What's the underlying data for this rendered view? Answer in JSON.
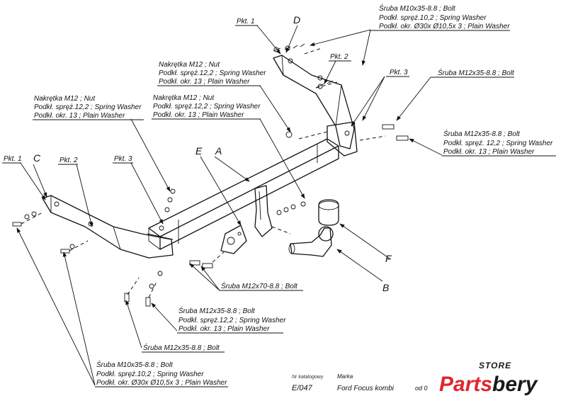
{
  "labels": {
    "pkt1_top": "Pkt. 1",
    "pkt2_top": "Pkt. 2",
    "pkt3_top": "Pkt. 3",
    "pkt1_left": "Pkt. 1",
    "pkt2_left": "Pkt. 2",
    "pkt3_left": "Pkt. 3",
    "letter_a": "A",
    "letter_b": "B",
    "letter_c": "C",
    "letter_d": "D",
    "letter_e": "E",
    "letter_f": "F"
  },
  "callouts": {
    "top_bolt": [
      "Śruba M10x35-8.8 ;  Bolt",
      "Podkł. spręż.10,2 ; Spring Washer",
      "Podkł. okr.  Ø30x Ø10,5x 3 ; Plain Washer"
    ],
    "nut_upper": [
      "Nakrętka  M12 ; Nut",
      "Podkł. spręż.12,2 ; Spring Washer",
      "Podkł. okr. 13 ; Plain Washer"
    ],
    "nut_center": [
      "Nakrętka  M12 ; Nut",
      "Podkł. spręż.12,2 ; Spring Washer",
      "Podkł. okr. 13 ; Plain Washer"
    ],
    "nut_left": [
      "Nakrętka  M12 ; Nut",
      "Podkł. spręż.12,2 ; Spring Washer",
      "Podkł. okr. 13 ; Plain Washer"
    ],
    "right_bolt_single": "Śruba M12x35-8.8 ;  Bolt",
    "right_bolt": [
      "Śruba M12x35-8.8 ;  Bolt",
      "Podkł. spręż. 12,2 ; Spring Washer",
      "Podkł. okr. 13 ; Plain Washer"
    ],
    "center_bolt_m12x70": "Śruba M12x70-8.8 ;  Bolt",
    "mid_bolt": [
      "Śruba M12x35-8.8 ;  Bolt",
      "Podkł. spręż.12,2 ; Spring Washer",
      "Podkł. okr. 13 ; Plain Washer"
    ],
    "lower_bolt_single": "Śruba M12x35-8.8 ;  Bolt",
    "bottom_bolt": [
      "Śruba M10x35-8.8 ;  Bolt",
      "Podkł. spręż.10,2 ; Spring Washer",
      "Podkł. okr.  Ø30x Ø10,5x 3 ; Plain Washer"
    ]
  },
  "footer": {
    "catalog_label": "Nr katalogowy",
    "brand_label": "Marka",
    "catalog_number": "E/047",
    "vehicle": "Ford Focus kombi",
    "from_label": "od 0"
  },
  "logo": {
    "store": "STORE",
    "name_part1": "Parts",
    "name_part2": "bery",
    "accent_color": "#e0262b"
  }
}
